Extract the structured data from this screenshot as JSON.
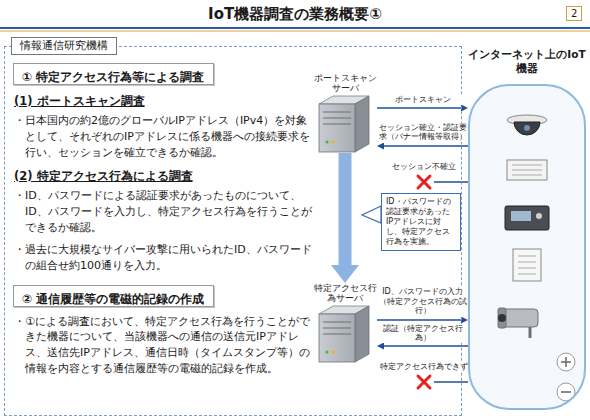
{
  "diagram": {
    "title": "IoT機器調査の業務概要①",
    "nodes": [
      {
        "text": [
          "情報通信研究機構"
        ]
      },
      {
        "text": [
          "① 特定アクセス行為等による調査"
        ],
        "in": 0
      },
      {
        "text": [
          "② 通信履歴等の電磁的記録の作成"
        ],
        "in": 0
      },
      {
        "text": [
          "ポートスキャンサーバ"
        ],
        "in": 0
      },
      {
        "text": [
          "ID・パスワードの認証要求があったIPアドレスに対し、特定アクセス行為を実施。"
        ],
        "in": 0
      },
      {
        "text": [
          "特定アクセス行為サーバ"
        ],
        "in": 0
      },
      {
        "text": [
          "インターネット上のIoT機器"
        ]
      }
    ],
    "edges": [
      {
        "from": 3,
        "to": 6,
        "label": "ポートスキャン",
        "arrow": "to"
      },
      {
        "from": 6,
        "to": 3,
        "label": "セッション確立・認証要求（バナー情報等取得）",
        "arrow": "to"
      },
      {
        "from": 3,
        "to": 5,
        "arrow": "to"
      },
      {
        "from": 5,
        "to": 6,
        "label": "ID、パスワードの入力（特定アクセス行為の試行）",
        "arrow": "to"
      },
      {
        "from": 6,
        "to": 5,
        "label": "認証（特定アクセス行為）",
        "arrow": "to"
      }
    ],
    "labels": [
      "2",
      "(1) ポートスキャン調査",
      "・日本国内の約2億のグローバルIPアドレス（IPv4）を対象として、それぞれのIPアドレスに係る機器への接続要求を行い、セッションを確立できるか確認。",
      "(2) 特定アクセス行為による調査",
      "・ID、パスワードによる認証要求があったものについて、ID、パスワードを入力し、特定アクセス行為を行うことができるか確認。",
      "・過去に大規模なサイバー攻撃に用いられたID、パスワードの組合せ約100通りを入力。",
      "・①による調査において、特定アクセス行為を行うことができた機器について、当該機器への通信の送信元IPアドレス、送信先IPアドレス、通信日時（タイムスタンプ等）の情報を内容とする通信履歴等の電磁的記録を作成。",
      "セッション不確立",
      "特定アクセス行為できず"
    ]
  }
}
